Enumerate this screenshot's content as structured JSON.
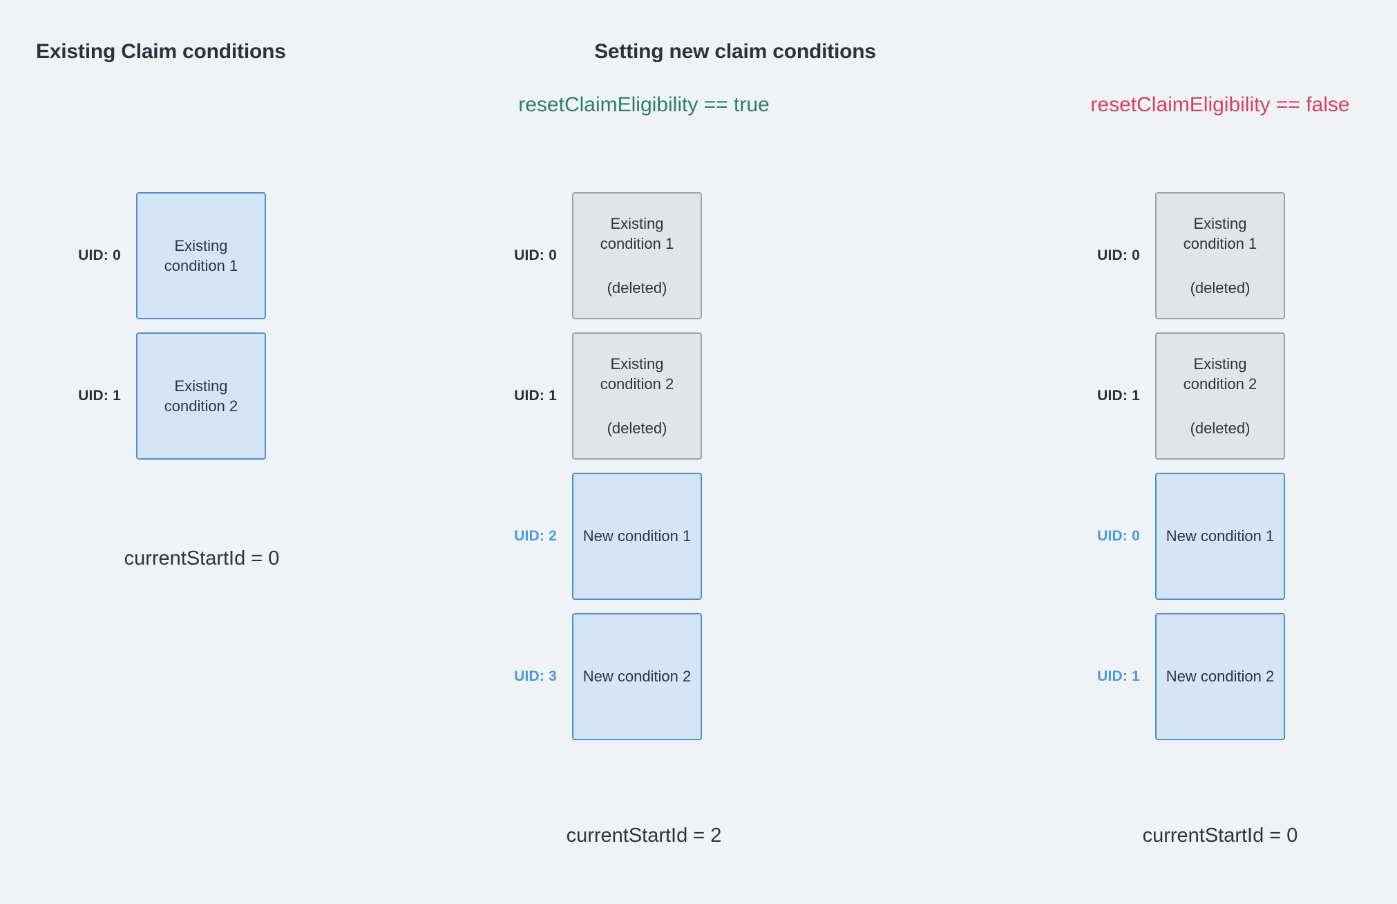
{
  "background_color": "#eff3f5",
  "colors": {
    "box_blue_fill": "#d4e5f8",
    "box_blue_border": "#4a90d9",
    "box_grey_fill": "#e2e4e6",
    "box_grey_border": "#9ba4a9",
    "uid_blue": "#4a9ae8",
    "uid_dark": "#29323d",
    "true_green": "#2c7f6d",
    "false_red": "#d94060",
    "text_dark": "#2b3440"
  },
  "headings": {
    "existing": "Existing Claim conditions",
    "setting": "Setting new claim conditions"
  },
  "columns": {
    "existing": {
      "rows": [
        {
          "uid": "UID: 0",
          "uid_color": "dark",
          "box_style": "blue",
          "title": "Existing condition 1",
          "deleted": ""
        },
        {
          "uid": "UID: 1",
          "uid_color": "dark",
          "box_style": "blue",
          "title": "Existing condition 2",
          "deleted": ""
        }
      ],
      "footer": "currentStartId = 0"
    },
    "reset_true": {
      "condition": "resetClaimEligibility == true",
      "rows": [
        {
          "uid": "UID: 0",
          "uid_color": "dark",
          "box_style": "grey",
          "title": "Existing condition 1",
          "deleted": "(deleted)"
        },
        {
          "uid": "UID: 1",
          "uid_color": "dark",
          "box_style": "grey",
          "title": "Existing condition 2",
          "deleted": "(deleted)"
        },
        {
          "uid": "UID: 2",
          "uid_color": "blue",
          "box_style": "blue",
          "title": "New condition 1",
          "deleted": ""
        },
        {
          "uid": "UID: 3",
          "uid_color": "blue",
          "box_style": "blue",
          "title": "New condition 2",
          "deleted": ""
        }
      ],
      "footer": "currentStartId = 2"
    },
    "reset_false": {
      "condition": "resetClaimEligibility == false",
      "rows": [
        {
          "uid": "UID: 0",
          "uid_color": "dark",
          "box_style": "grey",
          "title": "Existing condition 1",
          "deleted": "(deleted)"
        },
        {
          "uid": "UID: 1",
          "uid_color": "dark",
          "box_style": "grey",
          "title": "Existing condition 2",
          "deleted": "(deleted)"
        },
        {
          "uid": "UID: 0",
          "uid_color": "blue",
          "box_style": "blue",
          "title": "New condition 1",
          "deleted": ""
        },
        {
          "uid": "UID: 1",
          "uid_color": "blue",
          "box_style": "blue",
          "title": "New condition 2",
          "deleted": ""
        }
      ],
      "footer": "currentStartId = 0"
    }
  }
}
